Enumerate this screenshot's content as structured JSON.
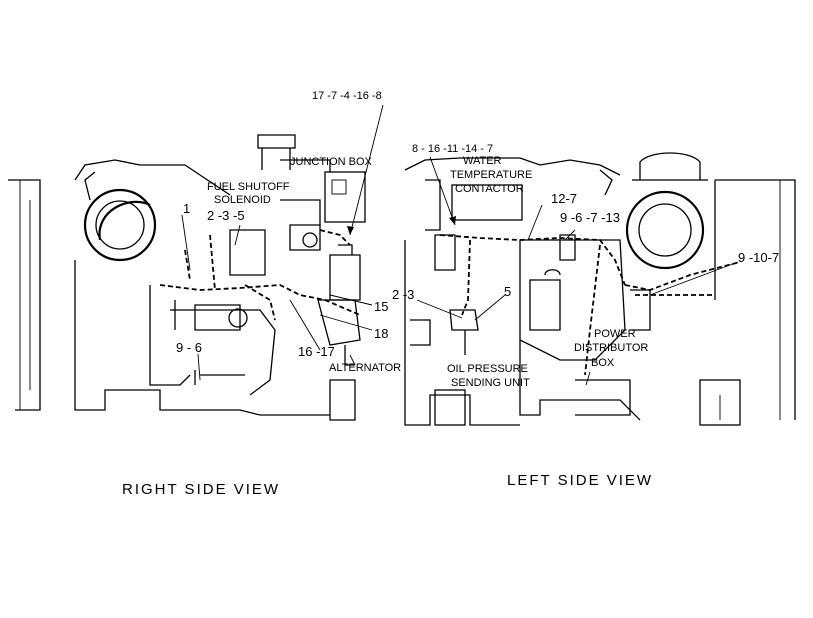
{
  "labels": {
    "top_callout": "17 -7 -4 -16 -8",
    "junction_box": "JUNCTION BOX",
    "fuel_shutoff": "FUEL SHUTOFF",
    "solenoid": "SOLENOID",
    "n1": "1",
    "n235": "2 -3 -5",
    "n15": "15",
    "n18": "18",
    "n1617": "16 -17",
    "n96": "9 - 6",
    "alternator": "ALTERNATOR",
    "left_top_callout": "8 - 16 -11 -14 - 7",
    "water": "WATER",
    "temperature": "TEMPERATURE",
    "contactor": "CONTACTOR",
    "n127": "12-7",
    "n96713": "9  -6 -7 -13",
    "n9107": "9 -10-7",
    "n23": "2 -3",
    "n5": "5",
    "power": "POWER",
    "distributor": "DISTRIBUTOR",
    "box": "BOX",
    "oil_pressure": "OIL PRESSURE",
    "sending_unit": "SENDING UNIT"
  },
  "captions": {
    "right": "RIGHT SIDE VIEW",
    "left": "LEFT SIDE VIEW"
  }
}
